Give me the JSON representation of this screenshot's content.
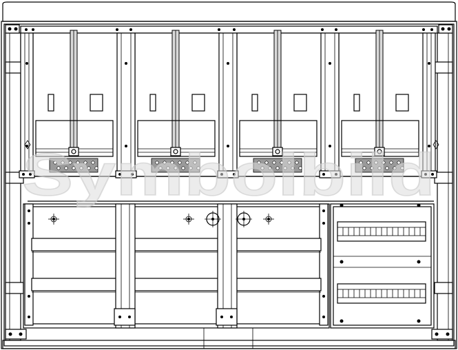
{
  "watermark": {
    "text": "Symbolbild"
  },
  "colors": {
    "line": "#000000",
    "background": "#ffffff",
    "panel_fill": "#d9d9d9",
    "terminal_fill": "#9a9a9a",
    "watermark": "#dcdcdc"
  },
  "meter_field_count": 4,
  "distribution_rail_count": 2
}
